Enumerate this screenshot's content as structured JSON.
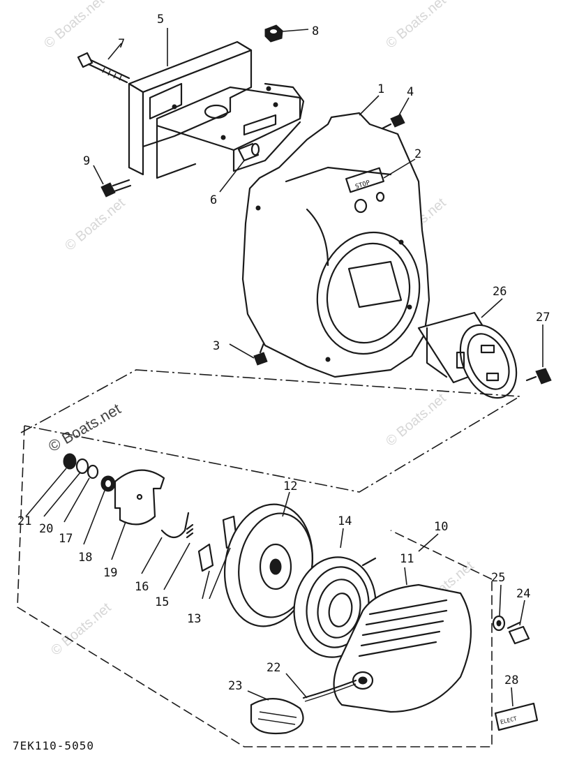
{
  "diagram": {
    "drawing_code": "7EK110-5050",
    "watermark": "© Boats.net",
    "stop_label": "STOP",
    "sticker_label": "ELECT",
    "callouts": [
      "1",
      "2",
      "3",
      "4",
      "5",
      "6",
      "7",
      "8",
      "9",
      "10",
      "11",
      "12",
      "13",
      "14",
      "15",
      "16",
      "17",
      "18",
      "19",
      "20",
      "21",
      "22",
      "23",
      "24",
      "25",
      "26",
      "27",
      "28"
    ]
  }
}
